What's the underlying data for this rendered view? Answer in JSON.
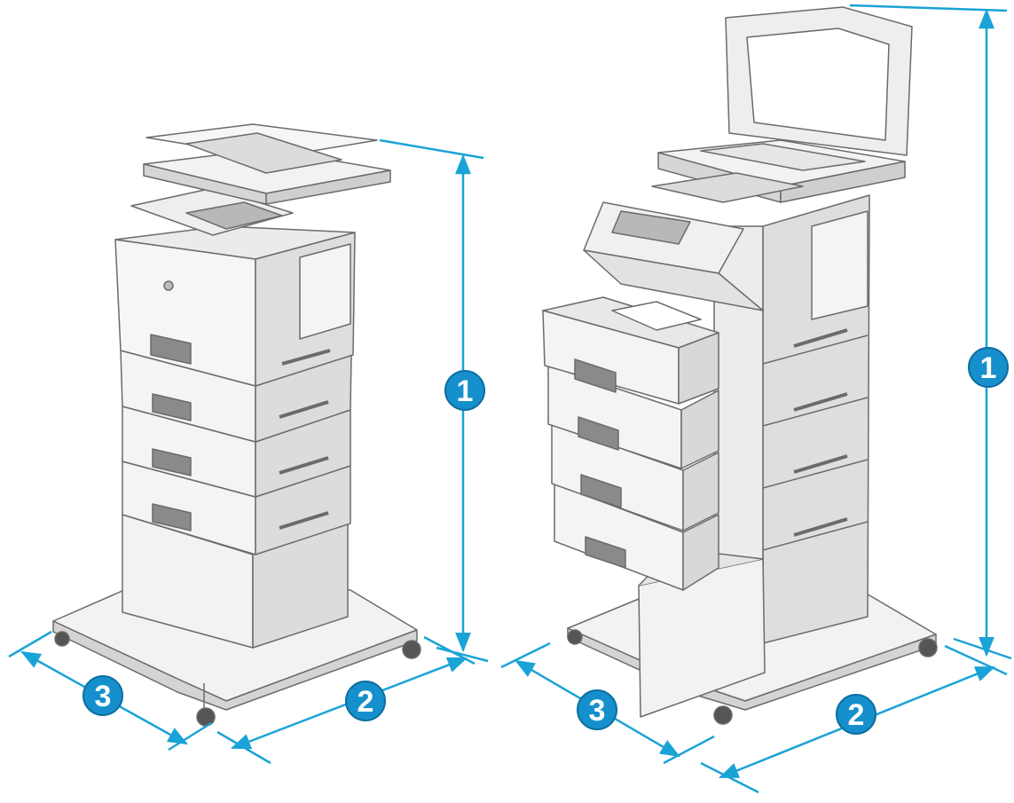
{
  "diagram": {
    "colors": {
      "dimension_line": "#1aa3d6",
      "callout_fill": "#1590cc",
      "callout_outline": "#0d6ea0",
      "body_light": "#f4f4f4",
      "body_shade": "#dcdcdc",
      "body_dark": "#c4c4c4",
      "outline": "#6b6b6b",
      "screen": "#b8b8b8",
      "handle": "#8a8a8a",
      "wheel": "#555555"
    },
    "views": [
      {
        "name": "closed",
        "callouts": {
          "height": "1",
          "width": "2",
          "depth": "3"
        }
      },
      {
        "name": "open",
        "callouts": {
          "height": "1",
          "width": "2",
          "depth": "3"
        }
      }
    ]
  }
}
